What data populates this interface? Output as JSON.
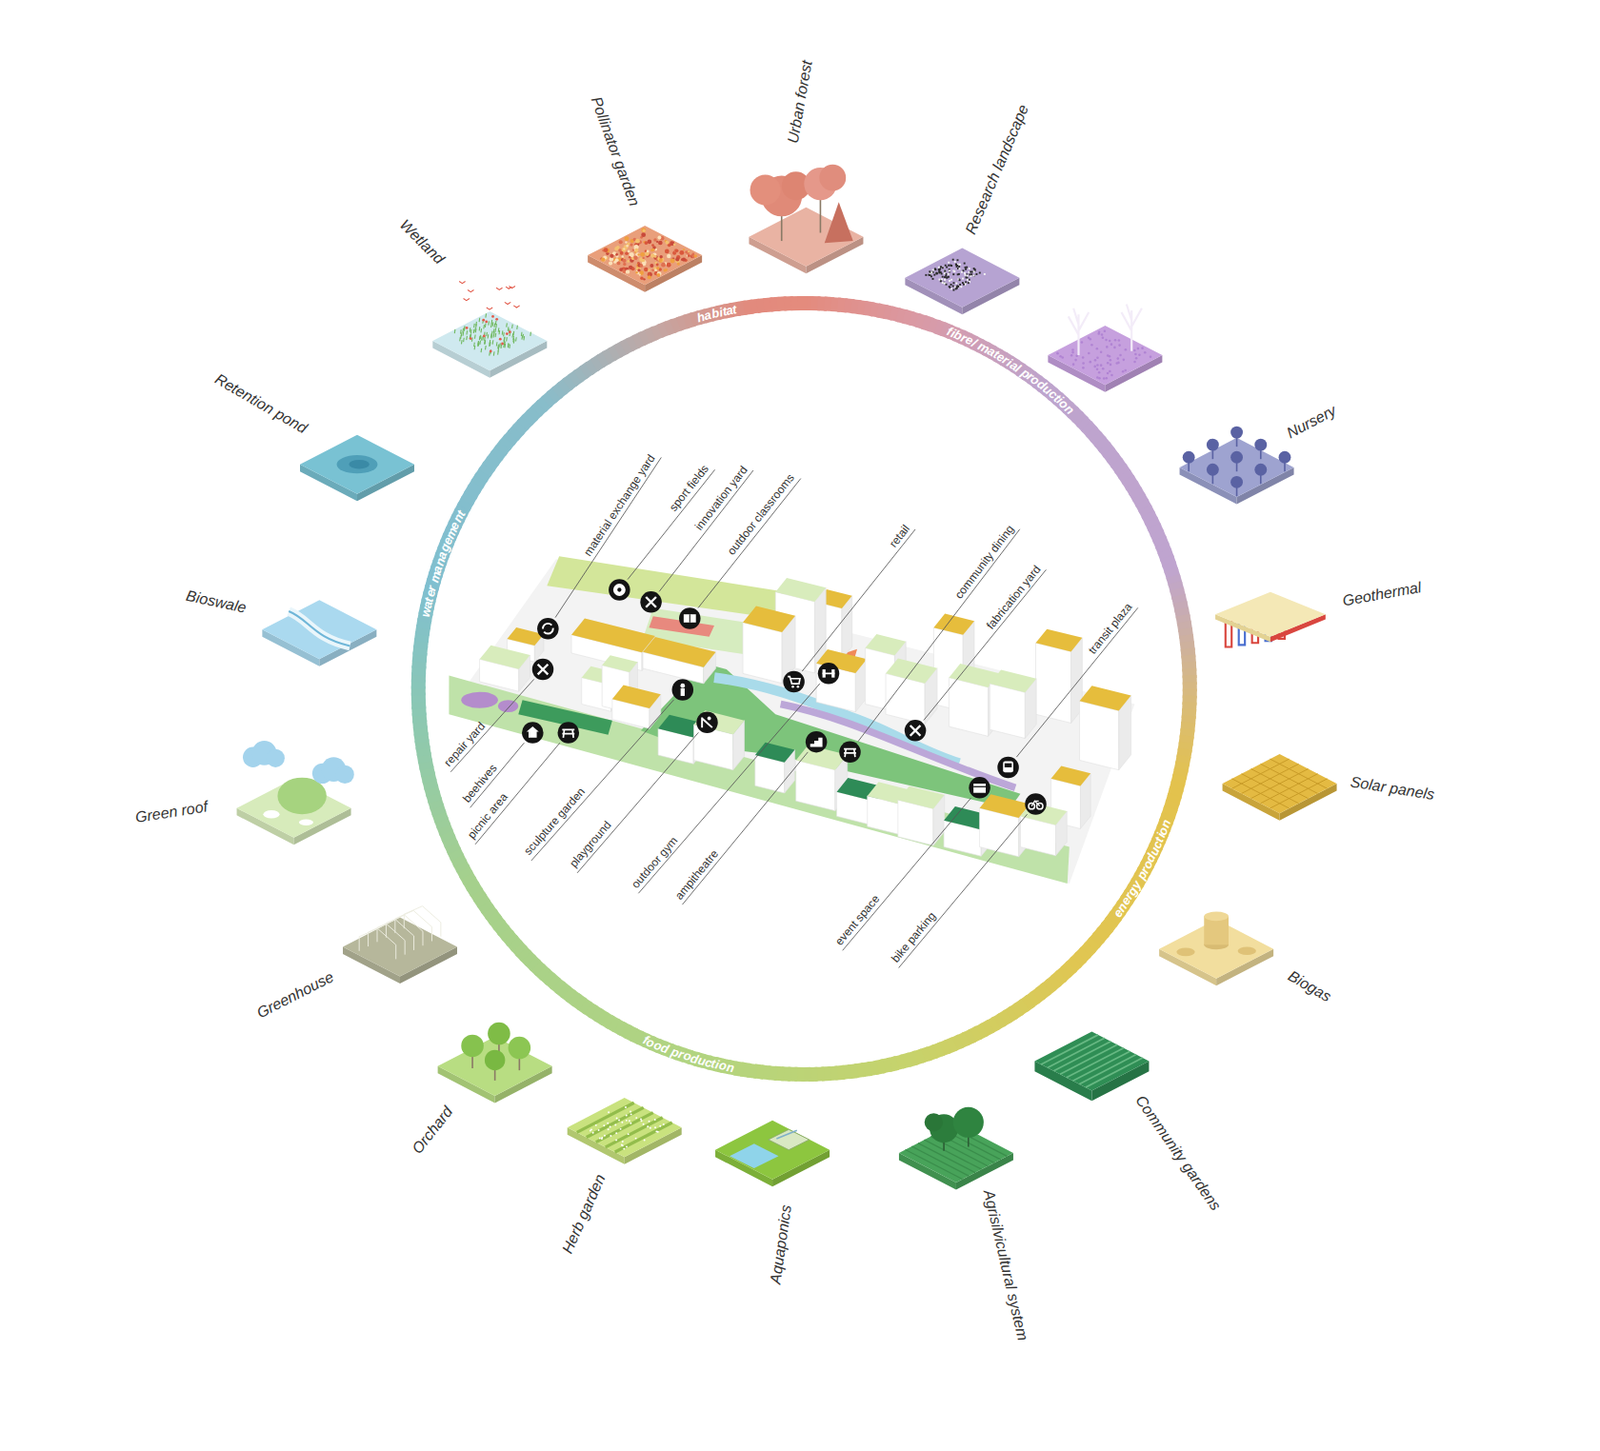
{
  "diagram": {
    "nodes": [
      {
        "text": [
          "habitat"
        ]
      },
      {
        "text": [
          "fibre/ material production"
        ]
      },
      {
        "text": [
          "energy production"
        ]
      },
      {
        "text": [
          "food production"
        ]
      },
      {
        "text": [
          "water management"
        ]
      },
      {
        "text": [
          "Urban forest"
        ]
      },
      {
        "text": [
          "Research landscape"
        ]
      },
      {
        "text": [
          "Nursery"
        ]
      },
      {
        "text": [
          "Geothermal"
        ]
      },
      {
        "text": [
          "Solar panels"
        ]
      },
      {
        "text": [
          "Biogas"
        ]
      },
      {
        "text": [
          "Community gardens"
        ]
      },
      {
        "text": [
          "Agrisilvicultural system"
        ]
      },
      {
        "text": [
          "Aquaponics"
        ]
      },
      {
        "text": [
          "Herb garden"
        ]
      },
      {
        "text": [
          "Orchard"
        ]
      },
      {
        "text": [
          "Greenhouse"
        ]
      },
      {
        "text": [
          "Green roof"
        ]
      },
      {
        "text": [
          "Bioswale"
        ]
      },
      {
        "text": [
          "Retention pond"
        ]
      },
      {
        "text": [
          "Wetland"
        ]
      },
      {
        "text": [
          "Pollinator garden"
        ]
      }
    ],
    "labels": [
      "material exchange yard",
      "sport fields",
      "innovation yard",
      "outdoor classrooms",
      "retail",
      "community dining",
      "fabrication yard",
      "transit plaza",
      "repair yard",
      "beehives",
      "picnic area",
      "sculpture garden",
      "playground",
      "outdoor gym",
      "ampitheatre",
      "event space",
      "bike parking"
    ]
  }
}
